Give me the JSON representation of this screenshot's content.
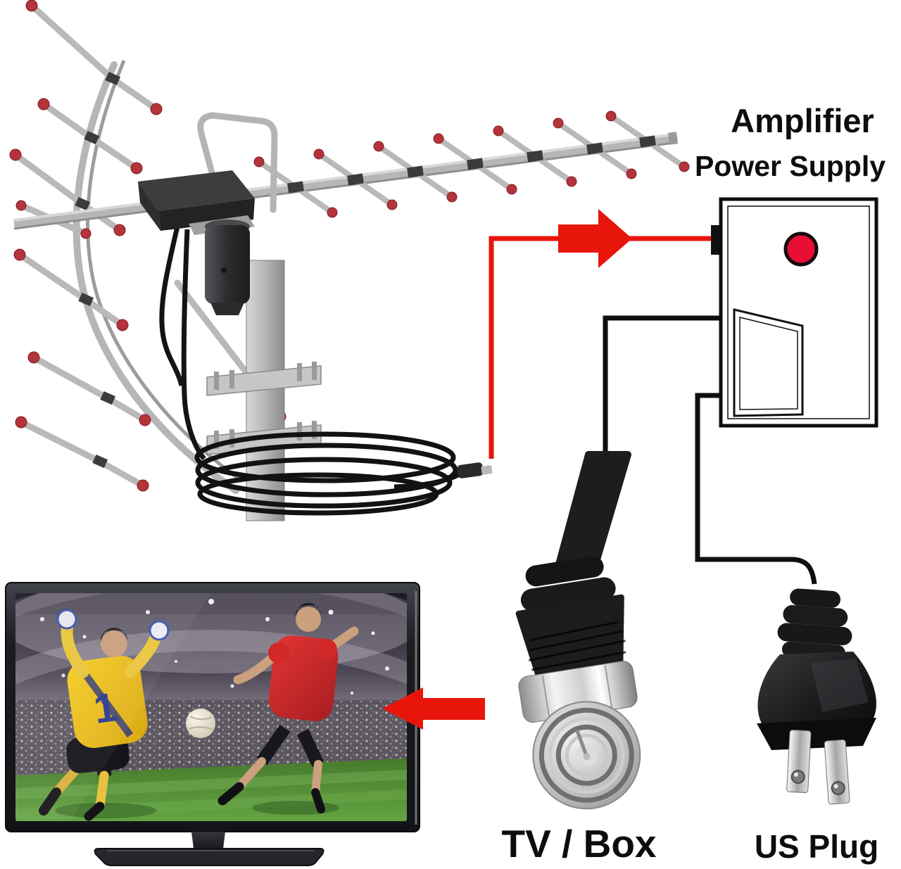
{
  "labels": {
    "amplifier": "Amplifier",
    "power_supply": "Power Supply",
    "tv_box": "TV / Box",
    "us_plug": "US Plug"
  },
  "tv_screen": {
    "goalkeeper_number": "1"
  },
  "colors": {
    "background": "#ffffff",
    "connection_red": "#e8150b",
    "wire_black": "#0f0f0f",
    "led_red": "#e80e34",
    "antenna_gray": "#b6b6b6",
    "element_tip_red": "#b5333b",
    "goalkeeper_jersey_yellow": "#f2c71d",
    "player_jersey_red": "#d22828",
    "pitch_green": "#55903a",
    "label_text": "#0d0d0d"
  },
  "components": {
    "antenna": "outdoor amplified TV antenna with rotor and coiled coax cable",
    "amplifier_box": "amplifier power supply with red LED and power switch",
    "coax_connector": "F-type coaxial connector",
    "tv": "flat screen TV showing soccer match",
    "plug": "two-prong US power plug"
  },
  "connections": [
    {
      "from": "antenna coax cable",
      "to": "amplifier power supply",
      "style": "red wire with arrow"
    },
    {
      "from": "amplifier power supply",
      "to": "coax connector (TV / Box)",
      "style": "black wire"
    },
    {
      "from": "amplifier power supply",
      "to": "US plug",
      "style": "black wire"
    },
    {
      "from": "coax connector",
      "to": "TV",
      "style": "red arrow"
    }
  ]
}
